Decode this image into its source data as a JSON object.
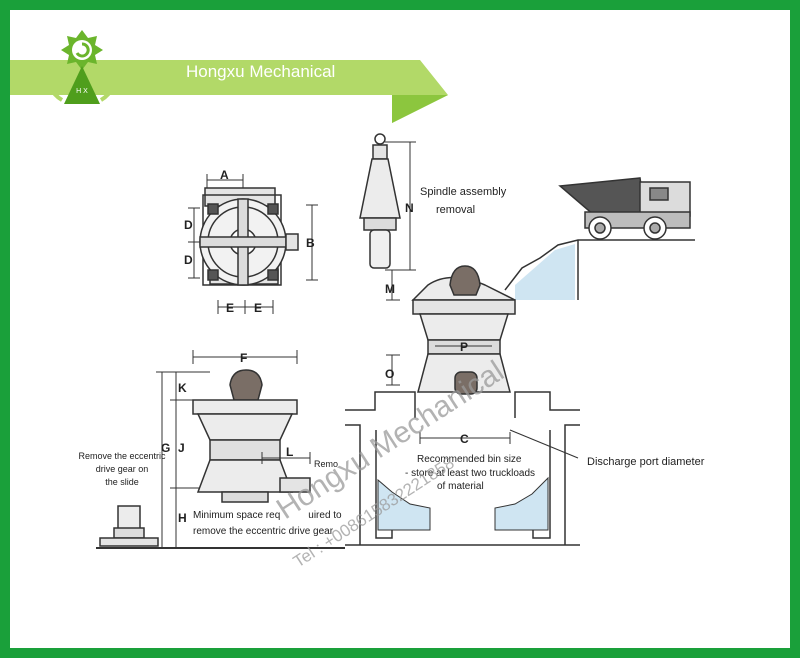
{
  "brand": {
    "name": "Hongxu Mechanical",
    "logo_letters": "H X",
    "colors": {
      "frame": "#1aa03a",
      "banner": "#b2d968",
      "banner_dark": "#8cc63e",
      "logo": "#6bb52c"
    }
  },
  "diagram": {
    "labels": {
      "spindle": "Spindle assembly",
      "spindle2": "removal",
      "remove_gear_1": "Remove the eccentric",
      "remove_gear_2": "drive gear on",
      "remove_gear_3": "the slide",
      "min_space_1": "Minimum space req",
      "min_space_1b": "uired to",
      "min_space_2": "remove the eccentric drive gear",
      "remo": "Remo",
      "recommend_1": "Recommended bin size",
      "recommend_2": "- store at least two truckloads",
      "recommend_3": "of material",
      "discharge": "Discharge port diameter"
    },
    "dims": {
      "A": "A",
      "B": "B",
      "C": "C",
      "D": "D",
      "E": "E",
      "F": "F",
      "G": "G",
      "H": "H",
      "J": "J",
      "K": "K",
      "L": "L",
      "M": "M",
      "N": "N",
      "O": "O",
      "P": "P"
    }
  },
  "watermark": {
    "name": "Hongxu Mechanical",
    "tel": "Tel : +008615832221858"
  }
}
